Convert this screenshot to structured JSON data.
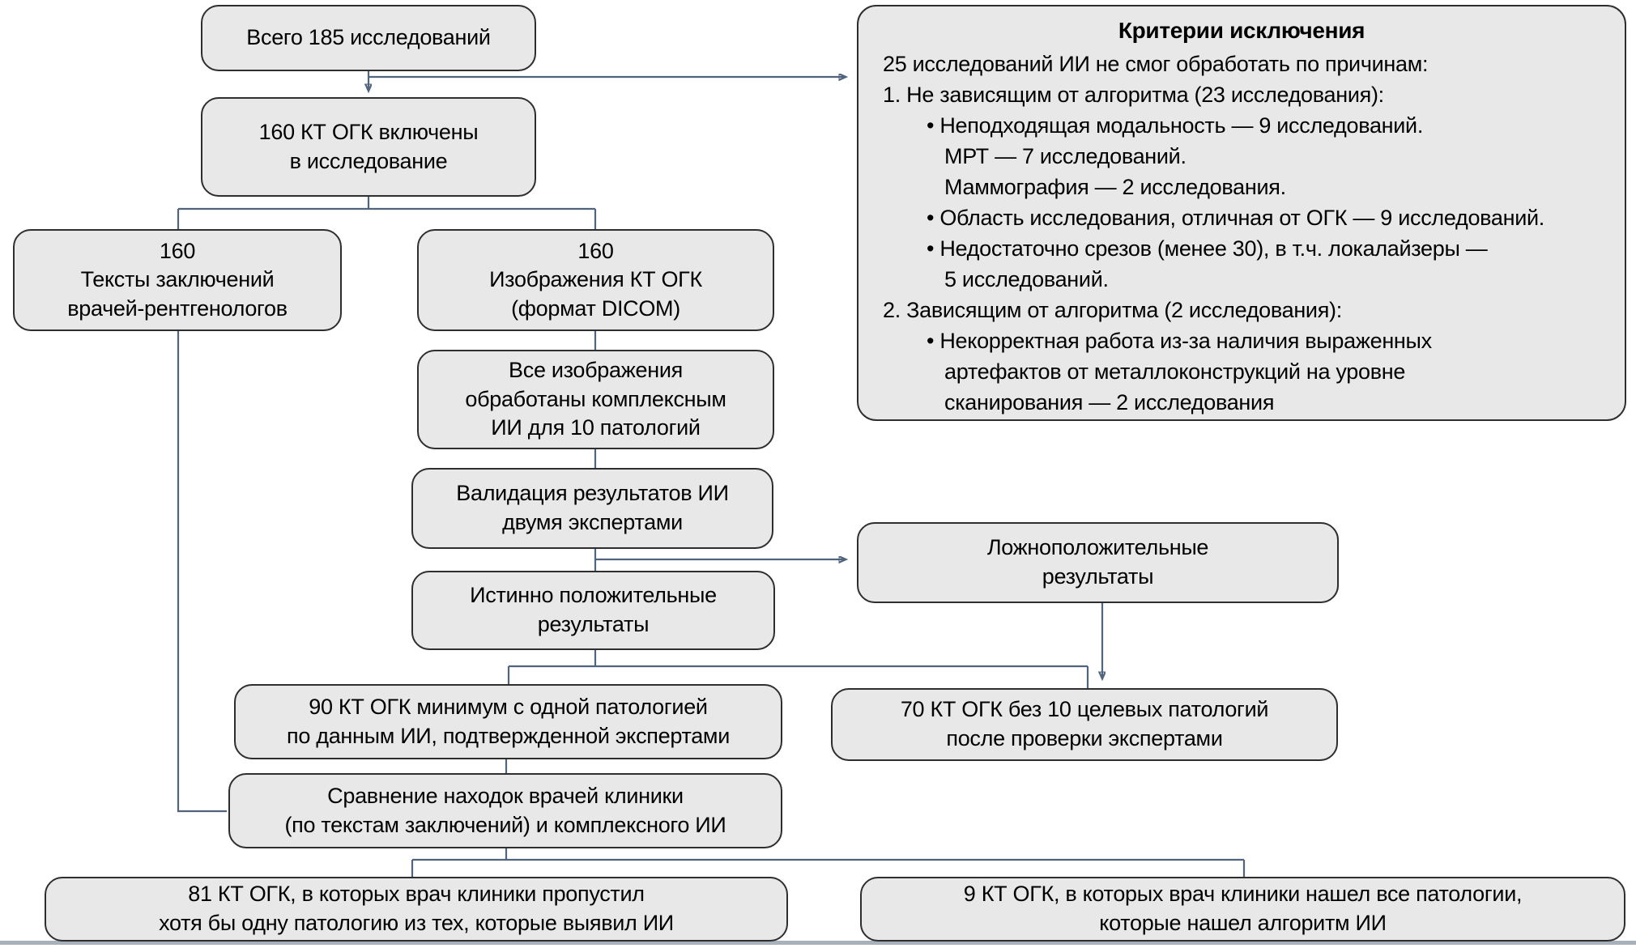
{
  "palette": {
    "box_fill": "#e8e8e8",
    "box_border": "#2e2e2e",
    "connector": "#50647e",
    "bottom_divider": "#a7b1bb",
    "text": "#000000",
    "background": "#ffffff"
  },
  "nodes": {
    "total": {
      "lines": [
        "Всего 185 исследований"
      ]
    },
    "included": {
      "lines": [
        "160 КТ ОГК включены",
        "в исследование"
      ]
    },
    "reports": {
      "lines": [
        "160",
        "Тексты заключений",
        "врачей-рентгенологов"
      ]
    },
    "images": {
      "lines": [
        "160",
        "Изображения КТ ОГК",
        "(формат DICOM)"
      ]
    },
    "processed": {
      "lines": [
        "Все изображения",
        "обработаны комплексным",
        "ИИ для 10 патологий"
      ]
    },
    "validation": {
      "lines": [
        "Валидация результатов ИИ",
        "двумя экспертами"
      ]
    },
    "true_positive": {
      "lines": [
        "Истинно положительные",
        "результаты"
      ]
    },
    "false_positive": {
      "lines": [
        "Ложноположительные",
        "результаты"
      ]
    },
    "ninety": {
      "lines": [
        "90 КТ ОГК минимум с одной патологией",
        "по данным ИИ, подтвержденной экспертами"
      ]
    },
    "seventy": {
      "lines": [
        "70 КТ ОГК без 10 целевых патологий",
        "после проверки экспертами"
      ]
    },
    "comparison": {
      "lines": [
        "Сравнение находок врачей клиники",
        "(по текстам заключений) и комплексного ИИ"
      ]
    },
    "missed": {
      "lines": [
        "81 КТ ОГК, в которых врач клиники пропустил",
        "хотя бы одну патологию из тех, которые выявил ИИ"
      ]
    },
    "found_all": {
      "lines": [
        "9 КТ ОГК, в которых врач клиники нашел все патологии,",
        "которые нашел алгоритм ИИ"
      ]
    }
  },
  "exclusion": {
    "title": "Критерии исключения",
    "lines": [
      {
        "text": "25 исследований ИИ не смог обработать по причинам:",
        "indent": 0
      },
      {
        "text": "1. Не зависящим от алгоритма (23 исследования):",
        "indent": 0
      },
      {
        "text": "• Неподходящая модальность — 9 исследований.",
        "indent": 1
      },
      {
        "text": "МРТ — 7 исследований.",
        "indent": 2
      },
      {
        "text": "Маммография — 2 исследования.",
        "indent": 2
      },
      {
        "text": "• Область исследования, отличная от ОГК — 9 исследований.",
        "indent": 1
      },
      {
        "text": "• Недостаточно срезов (менее 30), в т.ч. локалайзеры —",
        "indent": 1
      },
      {
        "text": "5 исследований.",
        "indent": 2
      },
      {
        "text": "2. Зависящим от алгоритма (2 исследования):",
        "indent": 0
      },
      {
        "text": "• Некорректная работа из-за наличия выраженных",
        "indent": 1
      },
      {
        "text": "артефактов от металлоконструкций на уровне",
        "indent": 2
      },
      {
        "text": "сканирования — 2 исследования",
        "indent": 2
      }
    ]
  }
}
